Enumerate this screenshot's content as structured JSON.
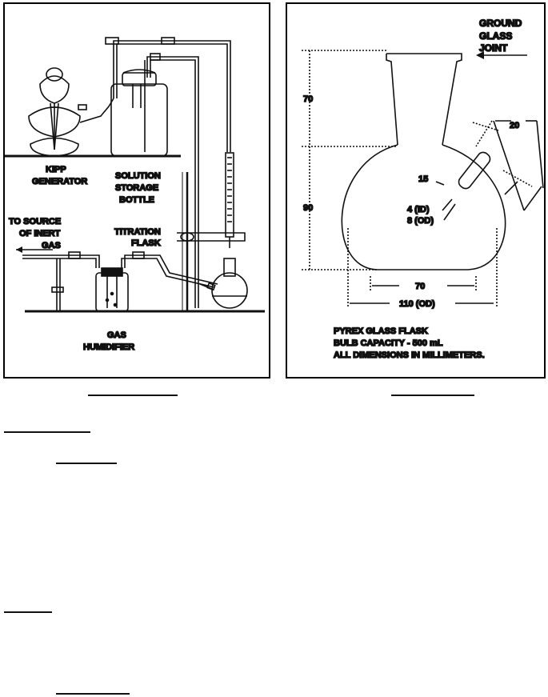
{
  "left_figure": {
    "labels": {
      "kipp_generator": [
        "KIPP",
        "GENERATOR"
      ],
      "solution_storage_bottle": [
        "SOLUTION",
        "STORAGE",
        "BOTTLE"
      ],
      "to_source_inert_gas": [
        "TO SOURCE",
        "OF INERT",
        "GAS"
      ],
      "titration_flask": [
        "TITRATION",
        "FLASK"
      ],
      "gas_humidifier": [
        "GAS",
        "HUMIDIFIER"
      ]
    }
  },
  "right_figure": {
    "labels": {
      "ground_glass_joint": [
        "GROUND",
        "GLASS",
        "JOINT"
      ],
      "dim_neck_height": "70",
      "dim_bulb_height": "90",
      "dim_sidearm_length": "20",
      "dim_angle": "15",
      "dim_inner_diameter": "4 (ID)",
      "dim_outer_diameter": "8 (OD)",
      "dim_base_width": "70",
      "dim_bulb_width": "110 (OD)",
      "caption": [
        "PYREX GLASS FLASK",
        "BULB CAPACITY - 500 mL",
        "ALL DIMENSIONS IN MILLIMETERS."
      ]
    }
  },
  "colors": {
    "ink": "#111111",
    "background": "#ffffff"
  }
}
